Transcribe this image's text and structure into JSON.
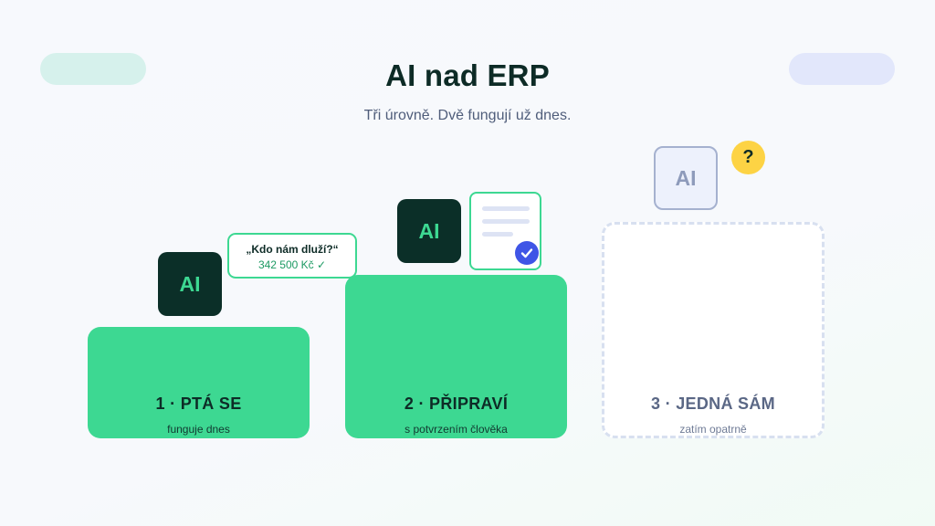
{
  "slide": {
    "title": "AI nad ERP",
    "subtitle": "Tři úrovně. Dvě fungují už dnes."
  },
  "levels": [
    {
      "ai_label": "AI",
      "label": "1 · PTÁ SE",
      "note": "funguje dnes",
      "bubble": {
        "question": "„Kdo nám dluží?“",
        "answer": "342 500 Kč ✓"
      }
    },
    {
      "ai_label": "AI",
      "label": "2 · PŘIPRAVÍ",
      "note": "s potvrzením člověka",
      "doc_icon": "document-check-icon"
    },
    {
      "ai_label": "AI",
      "label": "3 · JEDNÁ SÁM",
      "note": "zatím opatrně",
      "badge": "?"
    }
  ],
  "colors": {
    "accent_green": "#3dd892",
    "dark_tile": "#0b2f28",
    "check_blue": "#3f55e6",
    "question_yellow": "#fdd344",
    "inactive": "#8e9bbb"
  }
}
